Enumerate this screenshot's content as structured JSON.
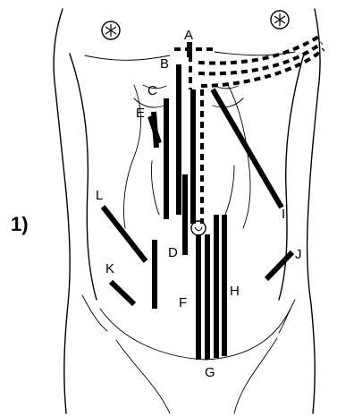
{
  "figure_number": "1)",
  "labels": {
    "A": "A",
    "B": "B",
    "C": "C",
    "D": "D",
    "E": "E",
    "F": "F",
    "G": "G",
    "H": "H",
    "I": "I",
    "J": "J",
    "K": "K",
    "L": "L"
  }
}
